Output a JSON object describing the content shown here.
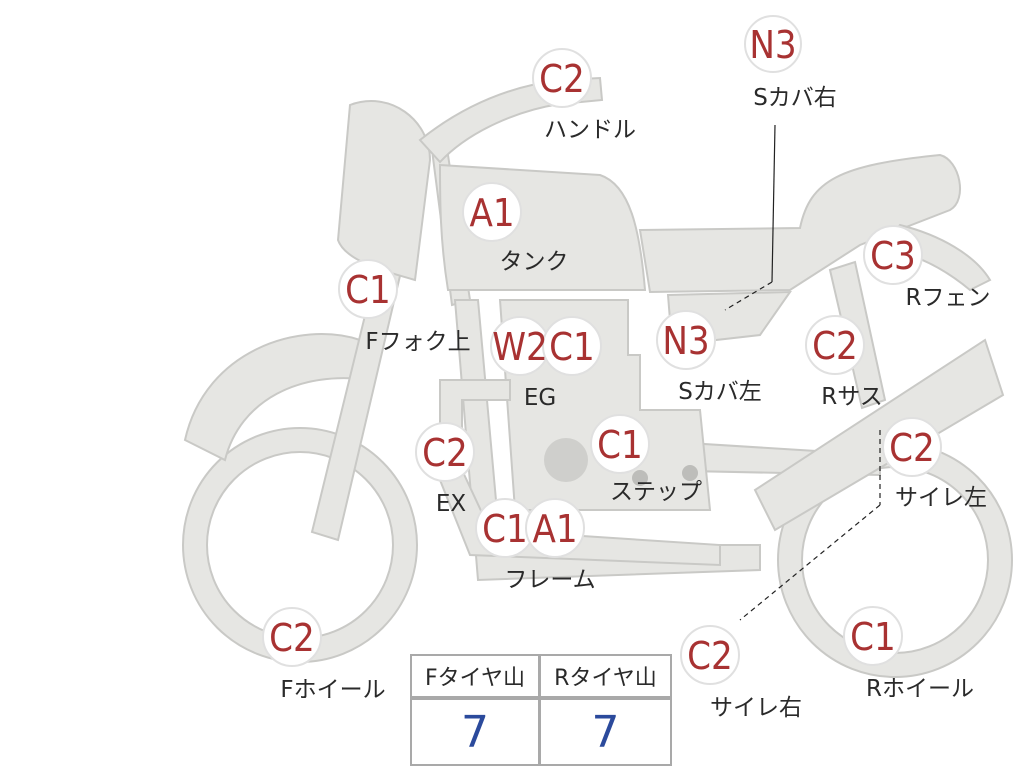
{
  "diagram": {
    "parts": [
      {
        "id": "handle",
        "grade": "C2",
        "label": "ハンドル"
      },
      {
        "id": "side-cover-right",
        "grade": "N3",
        "label": "Sカバ右"
      },
      {
        "id": "tank",
        "grade": "A1",
        "label": "タンク"
      },
      {
        "id": "rear-fender",
        "grade": "C3",
        "label": "Rフェン"
      },
      {
        "id": "front-fork-upper",
        "grade": "C1",
        "label": "Fフォク上"
      },
      {
        "id": "engine",
        "grade": "W2",
        "grade2": "C1",
        "label": "EG"
      },
      {
        "id": "side-cover-left",
        "grade": "N3",
        "label": "Sカバ左"
      },
      {
        "id": "rear-suspension",
        "grade": "C2",
        "label": "Rサス"
      },
      {
        "id": "exhaust",
        "grade": "C2",
        "label": "EX"
      },
      {
        "id": "step",
        "grade": "C1",
        "label": "ステップ"
      },
      {
        "id": "muffler-left",
        "grade": "C2",
        "label": "サイレ左"
      },
      {
        "id": "frame",
        "grade": "C1",
        "grade2": "A1",
        "label": "フレーム"
      },
      {
        "id": "front-wheel",
        "grade": "C2",
        "label": "Fホイール"
      },
      {
        "id": "muffler-right",
        "grade": "C2",
        "label": "サイレ右"
      },
      {
        "id": "rear-wheel",
        "grade": "C1",
        "label": "Rホイール"
      }
    ]
  },
  "tire_table": {
    "front_header": "Fタイヤ山",
    "rear_header": "Rタイヤ山",
    "front_value": "7",
    "rear_value": "7"
  },
  "colors": {
    "grade_text": "#a83232",
    "body_fill": "#e6e6e3",
    "table_value": "#2b4a9c"
  }
}
